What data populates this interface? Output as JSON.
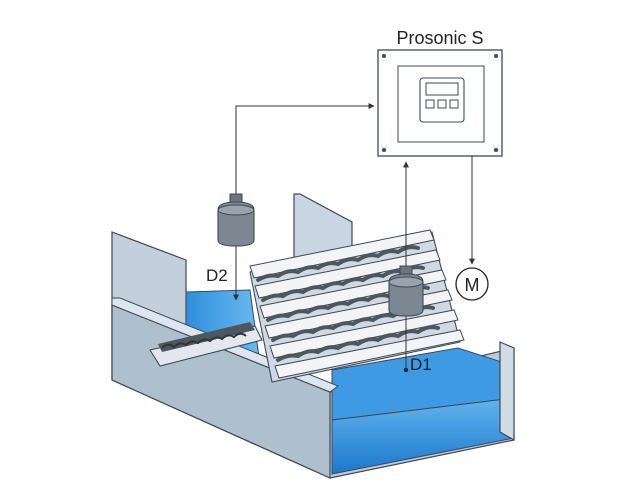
{
  "diagram": {
    "controller_title": "Prosonic S",
    "sensor_d1_label": "D1",
    "sensor_d2_label": "D2",
    "motor_label": "M"
  },
  "colors": {
    "water_light": "#5fb0ea",
    "water_dark": "#1e7fd2",
    "wall_face": "#b9c8d5",
    "wall_top": "#d9e3ec",
    "outline": "#3d4a57",
    "sensor_body": "#7d8791",
    "screen_bar": "#eeeeee",
    "debris": "#4e565e"
  }
}
